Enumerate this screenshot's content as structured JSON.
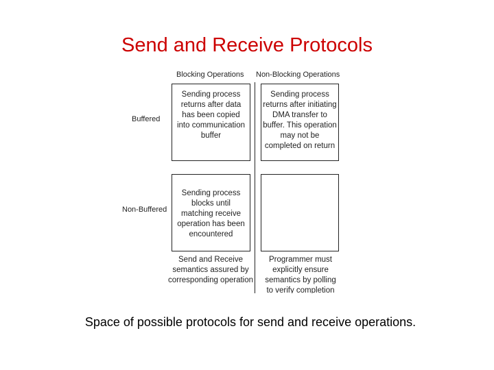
{
  "title": "Send and Receive Protocols",
  "columns": {
    "blocking": "Blocking Operations",
    "non_blocking": "Non-Blocking Operations"
  },
  "rows": {
    "buffered": "Buffered",
    "non_buffered": "Non-Buffered"
  },
  "cells": {
    "buffered_blocking": "Sending process\nreturns after data\nhas been copied\ninto communication\nbuffer",
    "buffered_non_blocking": "Sending process\nreturns after initiating\nDMA transfer to\nbuffer. This operation\nmay not be\ncompleted on return",
    "non_buffered_blocking": "Sending process\nblocks until\nmatching receive\noperation has been\nencountered",
    "non_buffered_non_blocking": ""
  },
  "notes": {
    "blocking": "Send and Receive\nsemantics assured by\ncorresponding operation",
    "non_blocking": "Programmer must\nexplicitly ensure\nsemantics by polling\nto verify completion"
  },
  "caption": "Space of possible protocols for send and receive operations."
}
